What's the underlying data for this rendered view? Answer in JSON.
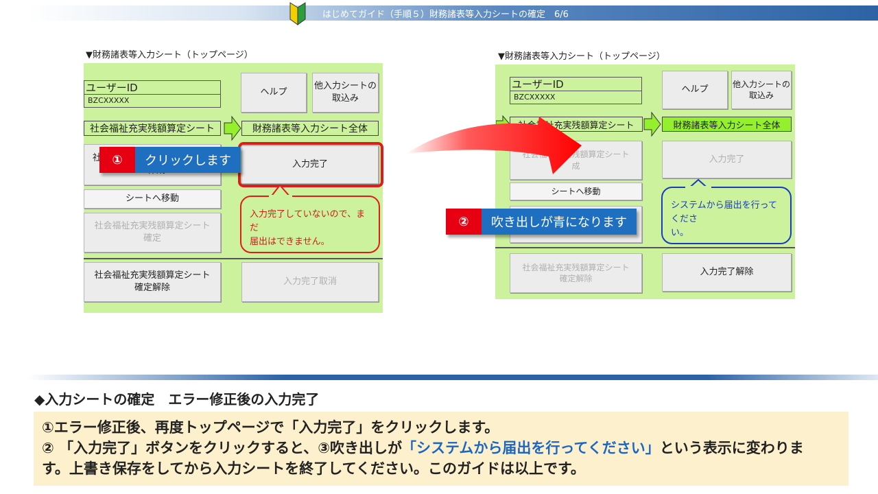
{
  "header": {
    "title": "はじめてガイド（手順５）財務諸表等入力シートの確定　6/6"
  },
  "colors": {
    "accent_blue": "#2d63a5",
    "panel_green": "#ccf29d",
    "badge_red": "#e60012",
    "badge_blue": "#1f6fc0",
    "error_red": "#e01b1b",
    "info_blue": "#1b3bbf"
  },
  "left_panel": {
    "caption": "▼財務諸表等入力シート（トップページ）",
    "user_id_label": "ユーザーID",
    "user_id_value": "BZCXXXXX",
    "help_button": "ヘルプ",
    "import_button_l1": "他入力シートの",
    "import_button_l2": "取込み",
    "flow_sheet1": "社会福祉充実残額算定シート",
    "flow_sheet2": "財務諸表等入力シート全体",
    "create_button_l1": "社",
    "create_button_l2": "作成",
    "complete_button": "入力完了",
    "move_button": "シートへ移動",
    "confirm_button_l1": "社会福祉充実残額算定シート",
    "confirm_button_l2": "確定",
    "bubble_l1": "入力完了していないので、まだ",
    "bubble_l2": "届出はできません。",
    "unconfirm_button_l1": "社会福祉充実残額算定シート",
    "unconfirm_button_l2": "確定解除",
    "cancel_complete_button": "入力完了取消",
    "badge_num": "①",
    "badge_text": "クリックします"
  },
  "right_panel": {
    "caption": "▼財務諸表等入力シート（トップページ）",
    "user_id_label": "ユーザーID",
    "user_id_value": "BZCXXXXX",
    "help_button": "ヘルプ",
    "import_button_l1": "他入力シートの",
    "import_button_l2": "取込み",
    "flow_sheet1": "社会福祉充実残額算定シート",
    "flow_sheet2": "財務諸表等入力シート全体",
    "create_button_l1": "社会福祉充実残額算定シート",
    "create_button_l2": "成",
    "complete_button": "入力完了",
    "move_button": "シートへ移動",
    "bubble_l1": "システムから届出を行ってくださ",
    "bubble_l2": "い。",
    "unconfirm_button_l1": "社会福祉充実残額算定シート",
    "unconfirm_button_l2": "確定解除",
    "cancel_complete_button": "入力完了解除",
    "badge_num": "②",
    "badge_text": "吹き出しが青になります"
  },
  "section": {
    "title": "◆入力シートの確定　エラー修正後の入力完了",
    "line1": "①エラー修正後、再度トップページで「入力完了」をクリックします。",
    "line2_before": "② 「入力完了」ボタンをクリックすると、③吹き出しが",
    "line2_highlight": "「システムから届出を行ってください」",
    "line2_after": "という表示に変わりま",
    "line3": "す。上書き保存をしてから入力シートを終了してください。このガイドは以上です。"
  }
}
